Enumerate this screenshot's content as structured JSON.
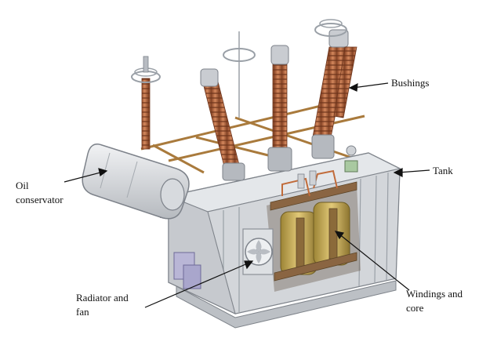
{
  "labels": {
    "bushings": "Bushings",
    "tank": "Tank",
    "oil_conservator_line1": "Oil",
    "oil_conservator_line2": "conservator",
    "radiator_line1": "Radiator and",
    "radiator_line2": "fan",
    "windings_line1": "Windings and",
    "windings_line2": "core"
  },
  "colors": {
    "tank": "#d9dce0",
    "bushing": "#b5643d",
    "frame": "#d8aa6a",
    "winding": "#c8a84e",
    "panel": "#b9b6d6"
  }
}
